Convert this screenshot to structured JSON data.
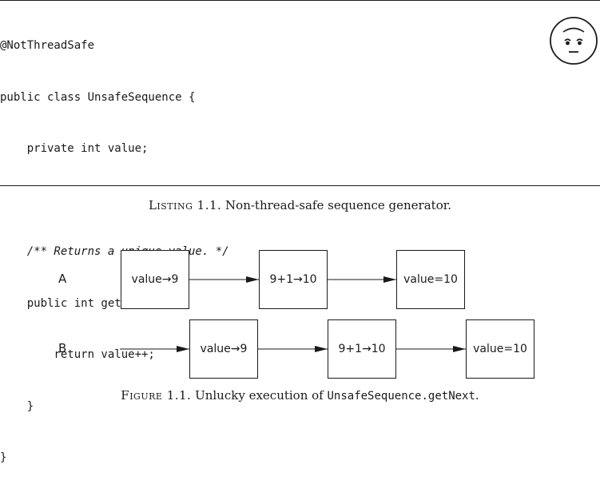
{
  "listing": {
    "lines": [
      {
        "text": "@NotThreadSafe",
        "comment": false
      },
      {
        "text": "public class UnsafeSequence {",
        "comment": false
      },
      {
        "text": "    private int value;",
        "comment": false
      },
      {
        "text": "",
        "comment": false
      },
      {
        "text": "    /** Returns a unique value. */",
        "comment": true
      },
      {
        "text": "    public int getNext() {",
        "comment": false
      },
      {
        "text": "        return value++;",
        "comment": false
      },
      {
        "text": "    }",
        "comment": false
      },
      {
        "text": "}",
        "comment": false
      }
    ],
    "face_icon": "worried-face-icon",
    "caption_label": "Listing 1.1.",
    "caption_text": " Non-thread-safe sequence generator."
  },
  "figure": {
    "threads": [
      {
        "label": "A",
        "steps": [
          "value→9",
          "9+1→10",
          "value=10"
        ]
      },
      {
        "label": "B",
        "steps": [
          "value→9",
          "9+1→10",
          "value=10"
        ]
      }
    ],
    "caption_label": "Figure 1.1.",
    "caption_text": " Unlucky execution of ",
    "caption_code": "UnsafeSequence.getNext",
    "caption_end": "."
  }
}
